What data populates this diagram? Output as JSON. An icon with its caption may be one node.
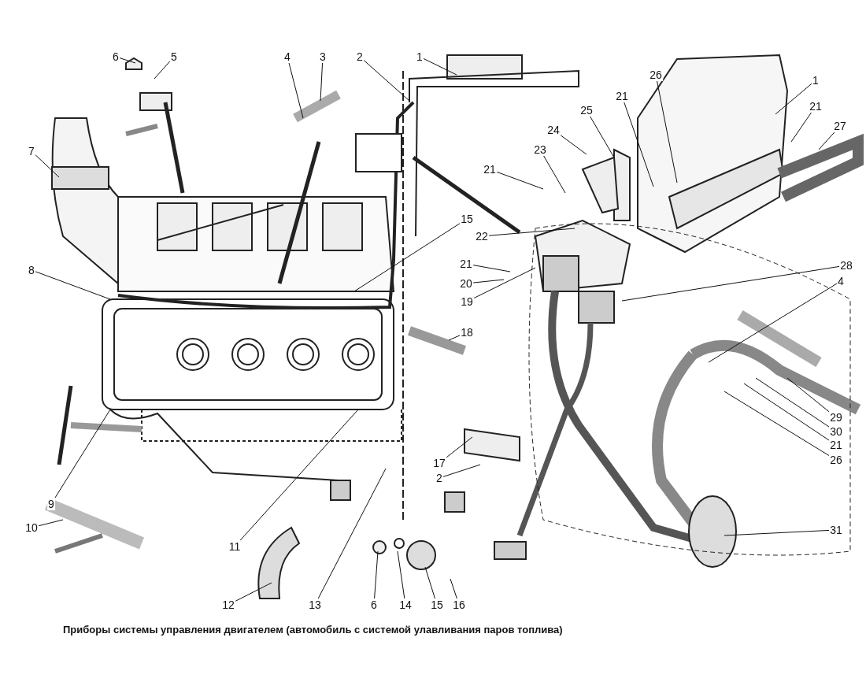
{
  "diagram": {
    "caption": "Приборы системы управления двигателем (автомобиль с системой улавливания паров топлива)",
    "nodes": [
      {
        "text": [
          "6"
        ]
      },
      {
        "text": [
          "5"
        ]
      },
      {
        "text": [
          "4"
        ]
      },
      {
        "text": [
          "3"
        ]
      },
      {
        "text": [
          "2"
        ]
      },
      {
        "text": [
          "1"
        ]
      },
      {
        "text": [
          "7"
        ]
      },
      {
        "text": [
          "1"
        ]
      },
      {
        "text": [
          "26"
        ]
      },
      {
        "text": [
          "21"
        ]
      },
      {
        "text": [
          "21"
        ]
      },
      {
        "text": [
          "27"
        ]
      },
      {
        "text": [
          "24"
        ]
      },
      {
        "text": [
          "25"
        ]
      },
      {
        "text": [
          "23"
        ]
      },
      {
        "text": [
          "21"
        ]
      },
      {
        "text": [
          "15"
        ]
      },
      {
        "text": [
          "22"
        ]
      },
      {
        "text": [
          "21"
        ]
      },
      {
        "text": [
          "28"
        ]
      },
      {
        "text": [
          "20"
        ]
      },
      {
        "text": [
          "19"
        ]
      },
      {
        "text": [
          "8"
        ]
      },
      {
        "text": [
          "4"
        ]
      },
      {
        "text": [
          "18"
        ]
      },
      {
        "text": [
          "9"
        ]
      },
      {
        "text": [
          "10"
        ]
      },
      {
        "text": [
          "11"
        ]
      },
      {
        "text": [
          "12"
        ]
      },
      {
        "text": [
          "13"
        ]
      },
      {
        "text": [
          "6"
        ]
      },
      {
        "text": [
          "14"
        ]
      },
      {
        "text": [
          "15"
        ]
      },
      {
        "text": [
          "16"
        ]
      },
      {
        "text": [
          "17"
        ]
      },
      {
        "text": [
          "2"
        ]
      },
      {
        "text": [
          "29"
        ]
      },
      {
        "text": [
          "30"
        ]
      },
      {
        "text": [
          "21"
        ]
      },
      {
        "text": [
          "26"
        ]
      },
      {
        "text": [
          "31"
        ]
      }
    ],
    "edges": [
      {
        "from": 0,
        "to": null,
        "arrow": "none"
      },
      {
        "from": 1,
        "to": null,
        "arrow": "none"
      },
      {
        "from": 2,
        "to": null,
        "arrow": "none"
      },
      {
        "from": 3,
        "to": null,
        "arrow": "none"
      },
      {
        "from": 4,
        "to": null,
        "arrow": "none"
      },
      {
        "from": 5,
        "to": null,
        "arrow": "none"
      },
      {
        "from": 6,
        "to": null,
        "arrow": "none"
      },
      {
        "from": 7,
        "to": null,
        "arrow": "none"
      },
      {
        "from": 8,
        "to": null,
        "arrow": "none"
      },
      {
        "from": 9,
        "to": null,
        "arrow": "none"
      },
      {
        "from": 10,
        "to": null,
        "arrow": "none"
      },
      {
        "from": 11,
        "to": null,
        "arrow": "none"
      },
      {
        "from": 12,
        "to": null,
        "arrow": "none"
      },
      {
        "from": 13,
        "to": null,
        "arrow": "none"
      },
      {
        "from": 14,
        "to": null,
        "arrow": "none"
      },
      {
        "from": 15,
        "to": null,
        "arrow": "none"
      },
      {
        "from": 16,
        "to": null,
        "arrow": "none"
      },
      {
        "from": 17,
        "to": null,
        "arrow": "none"
      },
      {
        "from": 18,
        "to": null,
        "arrow": "none"
      },
      {
        "from": 19,
        "to": null,
        "arrow": "none"
      },
      {
        "from": 20,
        "to": null,
        "arrow": "none"
      },
      {
        "from": 21,
        "to": null,
        "arrow": "none"
      },
      {
        "from": 22,
        "to": null,
        "arrow": "none"
      },
      {
        "from": 23,
        "to": null,
        "arrow": "none"
      },
      {
        "from": 24,
        "to": null,
        "arrow": "none"
      },
      {
        "from": 25,
        "to": null,
        "arrow": "none"
      },
      {
        "from": 26,
        "to": null,
        "arrow": "none"
      },
      {
        "from": 27,
        "to": null,
        "arrow": "none"
      },
      {
        "from": 28,
        "to": null,
        "arrow": "none"
      },
      {
        "from": 29,
        "to": null,
        "arrow": "none"
      },
      {
        "from": 30,
        "to": null,
        "arrow": "none"
      },
      {
        "from": 31,
        "to": null,
        "arrow": "none"
      },
      {
        "from": 32,
        "to": null,
        "arrow": "none"
      },
      {
        "from": 33,
        "to": null,
        "arrow": "none"
      },
      {
        "from": 34,
        "to": null,
        "arrow": "none"
      },
      {
        "from": 35,
        "to": null,
        "arrow": "none"
      },
      {
        "from": 36,
        "to": null,
        "arrow": "none"
      },
      {
        "from": 37,
        "to": null,
        "arrow": "none"
      },
      {
        "from": 38,
        "to": null,
        "arrow": "none"
      },
      {
        "from": 39,
        "to": null,
        "arrow": "none"
      },
      {
        "from": 40,
        "to": null,
        "arrow": "none"
      }
    ]
  }
}
